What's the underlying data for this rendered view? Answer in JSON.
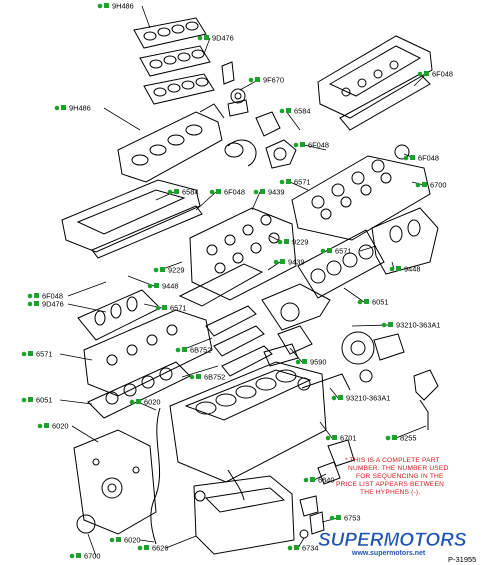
{
  "callouts": [
    {
      "id": "c1",
      "text": "9H486"
    },
    {
      "id": "c2",
      "text": "9D476"
    },
    {
      "id": "c3",
      "text": "9F670"
    },
    {
      "id": "c4",
      "text": "6F048"
    },
    {
      "id": "c5",
      "text": "9H486"
    },
    {
      "id": "c6",
      "text": "6584"
    },
    {
      "id": "c7",
      "text": "6F048"
    },
    {
      "id": "c8",
      "text": "6F048"
    },
    {
      "id": "c9",
      "text": "6571"
    },
    {
      "id": "c10",
      "text": "6700"
    },
    {
      "id": "c11",
      "text": "6584"
    },
    {
      "id": "c12",
      "text": "6F048"
    },
    {
      "id": "c13",
      "text": "9439"
    },
    {
      "id": "c14",
      "text": "9229"
    },
    {
      "id": "c15",
      "text": "9229"
    },
    {
      "id": "c16",
      "text": "6571"
    },
    {
      "id": "c17",
      "text": "9448"
    },
    {
      "id": "c18",
      "text": "9439"
    },
    {
      "id": "c19",
      "text": "9448"
    },
    {
      "id": "c20",
      "text": "6F048"
    },
    {
      "id": "c21",
      "text": "9D476"
    },
    {
      "id": "c22",
      "text": "6571"
    },
    {
      "id": "c23",
      "text": "6051"
    },
    {
      "id": "c24",
      "text": "93210-363A1"
    },
    {
      "id": "c25",
      "text": "6B752"
    },
    {
      "id": "c26",
      "text": "6571"
    },
    {
      "id": "c27",
      "text": "9590"
    },
    {
      "id": "c28",
      "text": "6B752"
    },
    {
      "id": "c29",
      "text": "93210-363A1"
    },
    {
      "id": "c30",
      "text": "6051"
    },
    {
      "id": "c31",
      "text": "6020"
    },
    {
      "id": "c32",
      "text": "6020"
    },
    {
      "id": "c33",
      "text": "6701"
    },
    {
      "id": "c34",
      "text": "8255"
    },
    {
      "id": "c35",
      "text": "6840"
    },
    {
      "id": "c36",
      "text": "6020"
    },
    {
      "id": "c37",
      "text": "6626"
    },
    {
      "id": "c38",
      "text": "6753"
    },
    {
      "id": "c39",
      "text": "6700"
    },
    {
      "id": "c40",
      "text": "6734"
    }
  ],
  "note": {
    "lines": [
      "* THIS IS A COMPLETE PART",
      "NUMBER. THE NUMBER USED",
      "FOR SEQUENCING IN THE",
      "PRICE LIST APPEARS BETWEEN",
      "THE HYPHENS (-)."
    ]
  },
  "figure_id": "P-31955",
  "watermark": {
    "brand_part1": "SUPER",
    "brand_part2": "MOTORS",
    "url": "www.supermotors.net"
  },
  "colors": {
    "bullet": "#1aa32a",
    "note": "#d8161b",
    "watermark": "#1e55b3",
    "line": "#000000"
  }
}
